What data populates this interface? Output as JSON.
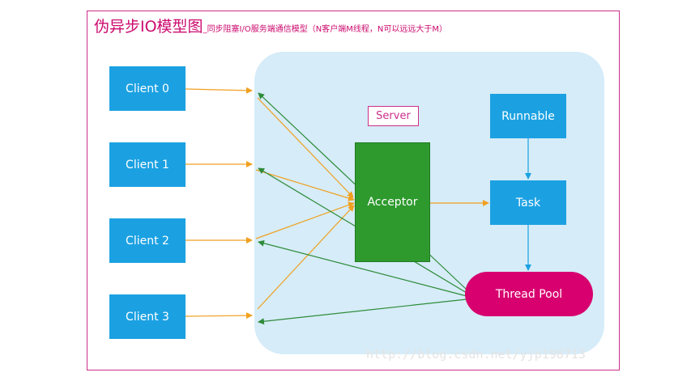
{
  "title": {
    "main": "伪异步IO模型图",
    "subtitle": "_同步阻塞I/O服务端通信模型（N客户端M线程，N可以远远大于M）"
  },
  "server": {
    "label": "Server"
  },
  "clients": [
    {
      "label": "Client 0"
    },
    {
      "label": "Client 1"
    },
    {
      "label": "Client 2"
    },
    {
      "label": "Client 3"
    }
  ],
  "acceptor": {
    "label": "Acceptor"
  },
  "runnable": {
    "label": "Runnable"
  },
  "task": {
    "label": "Task"
  },
  "thread_pool": {
    "label": "Thread Pool"
  },
  "watermark": "http://blog.csdn.net/yjp198713",
  "colors": {
    "client_box": "#1ba1e2",
    "acceptor_box": "#2e9a2e",
    "thread_pool_box": "#d8006f",
    "server_area": "#d6ecf8",
    "request_arrow": "#f0a020",
    "response_arrow": "#2e8b3a",
    "internal_arrow": "#1ba1e2",
    "title": "#cc0a6f"
  }
}
